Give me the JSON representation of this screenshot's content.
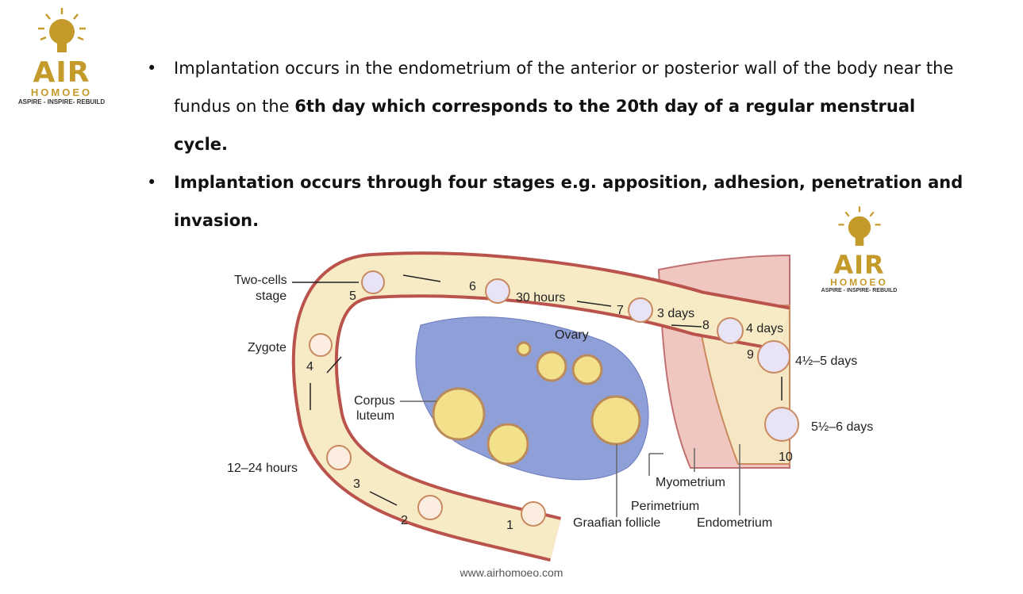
{
  "logo": {
    "name": "AIR",
    "sub": "HOMOEO",
    "tagline": "ASPIRE - INSPIRE- REBUILD"
  },
  "bullets": [
    {
      "text_a": "Implantation occurs in the endometrium of the anterior or posterior wall of the body near the fundus on the ",
      "text_b": "6th day which corresponds to the 20th day of a regular menstrual cycle."
    },
    {
      "text_a": "",
      "text_b": "Implantation occurs through four stages e.g. apposition, adhesion, penetration and invasion."
    }
  ],
  "bullet_symbol": "•",
  "diagram": {
    "labels": {
      "two_cells": "Two-cells",
      "stage": "stage",
      "zygote": "Zygote",
      "hours_12_24": "12–24 hours",
      "corpus": "Corpus",
      "luteum": "luteum",
      "ovary": "Ovary",
      "hours_30": "30 hours",
      "days_3": "3 days",
      "days_4": "4 days",
      "days_4_5": "4½–5 days",
      "days_5_6": "5½–6 days",
      "myometrium": "Myometrium",
      "perimetrium": "Perimetrium",
      "endometrium": "Endometrium",
      "graafian": "Graafian follicle"
    },
    "numbers": [
      "1",
      "2",
      "3",
      "4",
      "5",
      "6",
      "7",
      "8",
      "9",
      "10"
    ]
  },
  "footer": "www.airhomoeo.com",
  "colors": {
    "gold": "#c49a2a",
    "tube": "#f7ebc6",
    "tube_wall": "#b9534c",
    "ovary": "#8f9fd8",
    "uterus": "#f0c6c0"
  }
}
